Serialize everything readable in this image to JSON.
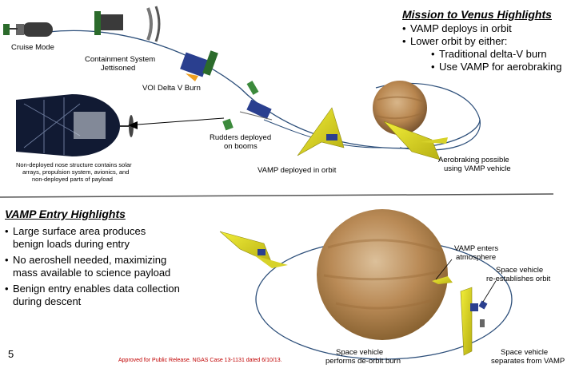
{
  "top": {
    "title": "Mission to Venus Highlights",
    "bullets": [
      {
        "level": 1,
        "text": "VAMP deploys in orbit"
      },
      {
        "level": 1,
        "text": "Lower orbit by either:"
      },
      {
        "level": 2,
        "text": "Traditional delta-V burn"
      },
      {
        "level": 2,
        "text": "Use VAMP for aerobraking"
      }
    ],
    "labels": {
      "cruise_mode": "Cruise Mode",
      "containment_line1": "Containment System",
      "containment_line2": "Jettisoned",
      "voi_burn": "VOI Delta V Burn",
      "rudders_line1": "Rudders deployed",
      "rudders_line2": "on booms",
      "vamp_deployed": "VAMP deployed in orbit",
      "aerobraking_line1": "Aerobraking possible",
      "aerobraking_line2": "using VAMP vehicle",
      "nose_line1": "Non-deployed nose structure contains solar",
      "nose_line2": "arrays, propulsion system, avionics, and",
      "nose_line3": "non-deployed parts of payload"
    }
  },
  "bottom": {
    "title": "VAMP Entry Highlights",
    "bullets": [
      {
        "line1": "Large surface area produces",
        "line2": "benign loads during entry"
      },
      {
        "line1": "No aeroshell needed, maximizing",
        "line2": "mass available to science payload"
      },
      {
        "line1": "Benign entry enables data collection",
        "line2": "during descent"
      }
    ],
    "labels": {
      "enters_line1": "VAMP enters",
      "enters_line2": "atmosphere",
      "reestablish_line1": "Space vehicle",
      "reestablish_line2": "re-establishes orbit",
      "deorbit_line1": "Space vehicle",
      "deorbit_line2": "performs de-orbit burn",
      "separates_line1": "Space vehicle",
      "separates_line2": "separates from VAMP"
    }
  },
  "footer": {
    "page_number": "5",
    "release": "Approved for Public Release.  NGAS Case 13-1131 dated 6/10/13."
  },
  "colors": {
    "vamp_yellow": "#e6e21a",
    "venus_brown": "#b88a55",
    "solar_green": "#3c7a3c",
    "divider": "#555555",
    "release_red": "#c00000"
  }
}
